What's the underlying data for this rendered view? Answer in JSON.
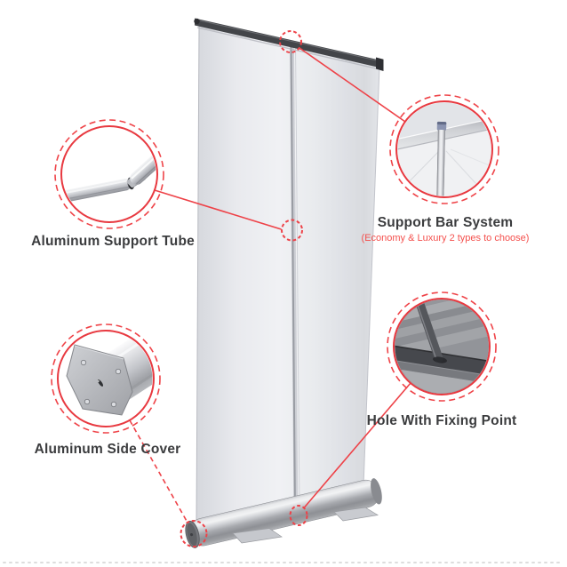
{
  "colors": {
    "accent_red": "#ee4248",
    "sublabel_red": "#f4504d",
    "label_text": "#3b3c3e"
  },
  "diagram": {
    "callouts": [
      {
        "id": "support-tube",
        "label": "Aluminum Support Tube"
      },
      {
        "id": "support-bar",
        "label": "Support Bar System",
        "sublabel": "(Economy & Luxury 2 types to choose)"
      },
      {
        "id": "side-cover",
        "label": "Aluminum Side Cover"
      },
      {
        "id": "fixing-hole",
        "label": "Hole With Fixing Point"
      }
    ]
  }
}
